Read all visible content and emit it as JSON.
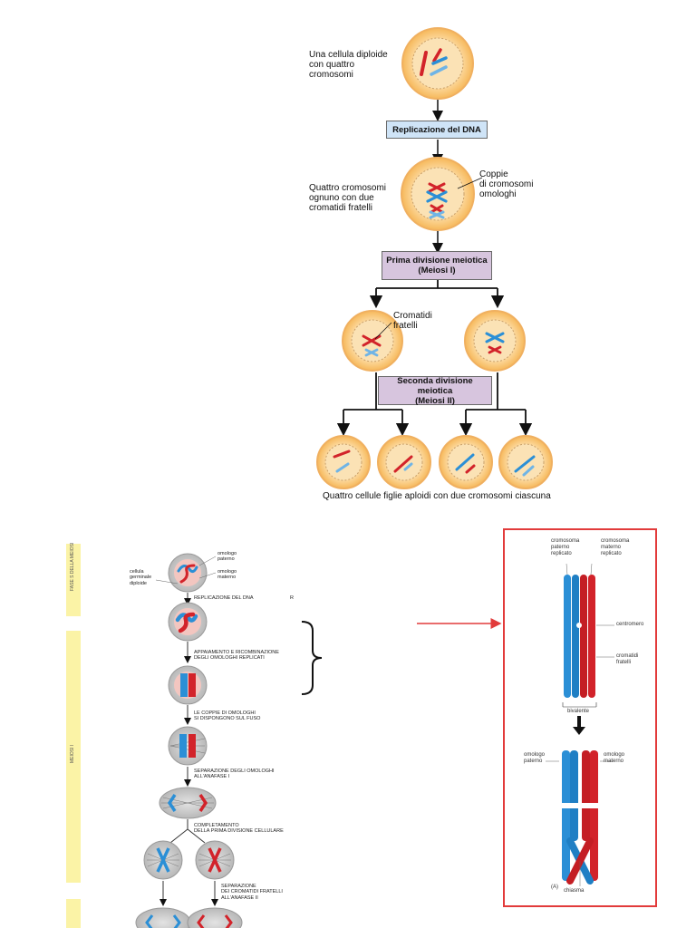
{
  "top_diagram": {
    "diploid_cell_label": "Una cellula diploide\ncon quattro\ncromosomi",
    "dna_replication_box": "Replicazione del DNA",
    "four_chromosomes_label": "Quattro cromosomi\nognuno con due\ncromatidi fratelli",
    "homolog_pairs_label": "Coppie\ndi cromosomi\nomologhi",
    "meiosis_one_box": "Prima divisione meiotica\n(Meiosi I)",
    "sister_chromatids_label": "Cromatidi\nfratelli",
    "meiosis_two_box": "Seconda divisione meiotica\n(Meiosi II)",
    "daughter_cells_caption": "Quattro cellule figlie aploidi con due cromosomi ciascuna"
  },
  "bottom_diagram": {
    "phase_s_label": "FASE S DELLA MEIOSI",
    "meiosis_one_label": "MEIOSI I",
    "germ_cell_label": "cellula\ngerminale\ndiploide",
    "paternal_homolog_label": "omologo\npaterno",
    "maternal_homolog_label": "omologo\nmaterno",
    "step_replication": "REPLICAZIONE DEL DNA",
    "step_replication_marker": "R",
    "step_pairing": "APPAIAMENTO E RICOMBINAZIONE\nDEGLI OMOLOGHI REPLICATI",
    "step_spindle": "LE COPPIE DI OMOLOGHI\nSI DISPONGONO SUL FUSO",
    "step_separation": "SEPARAZIONE DEGLI OMOLOGHI\nALL'ANAFASE I",
    "step_completion": "COMPLETAMENTO\nDELLA PRIMA DIVISIONE CELLULARE",
    "step_sister_separation": "SEPARAZIONE\nDEI CROMATIDI FRATELLI\nALL'ANAFASE II"
  },
  "inset": {
    "paternal_replicated": "cromosoma\npaterno\nreplicato",
    "maternal_replicated": "cromosoma\nmaterno\nreplicato",
    "centromere": "centromero",
    "sister_chromatids": "cromatidi\nfratelli",
    "bivalent": "bivalente",
    "paternal_homolog": "omologo\npaterno",
    "maternal_homolog": "omologo\nmaterno",
    "panel_letter": "(A)",
    "chiasma": "chiasma"
  },
  "colors": {
    "cell_fill": "#fbd79c",
    "cell_ring": "#f0b860",
    "box_fill": "#cfe4f7",
    "box_fill_meiosis": "#d7c5de",
    "chrom_red": "#d2232a",
    "chrom_blue": "#2b8fd6",
    "chrom_light_blue": "#6fb4e6",
    "inset_border": "#e23b3b",
    "phase_band": "#fbf3a6",
    "gray_cell": "#c8c8c8"
  }
}
